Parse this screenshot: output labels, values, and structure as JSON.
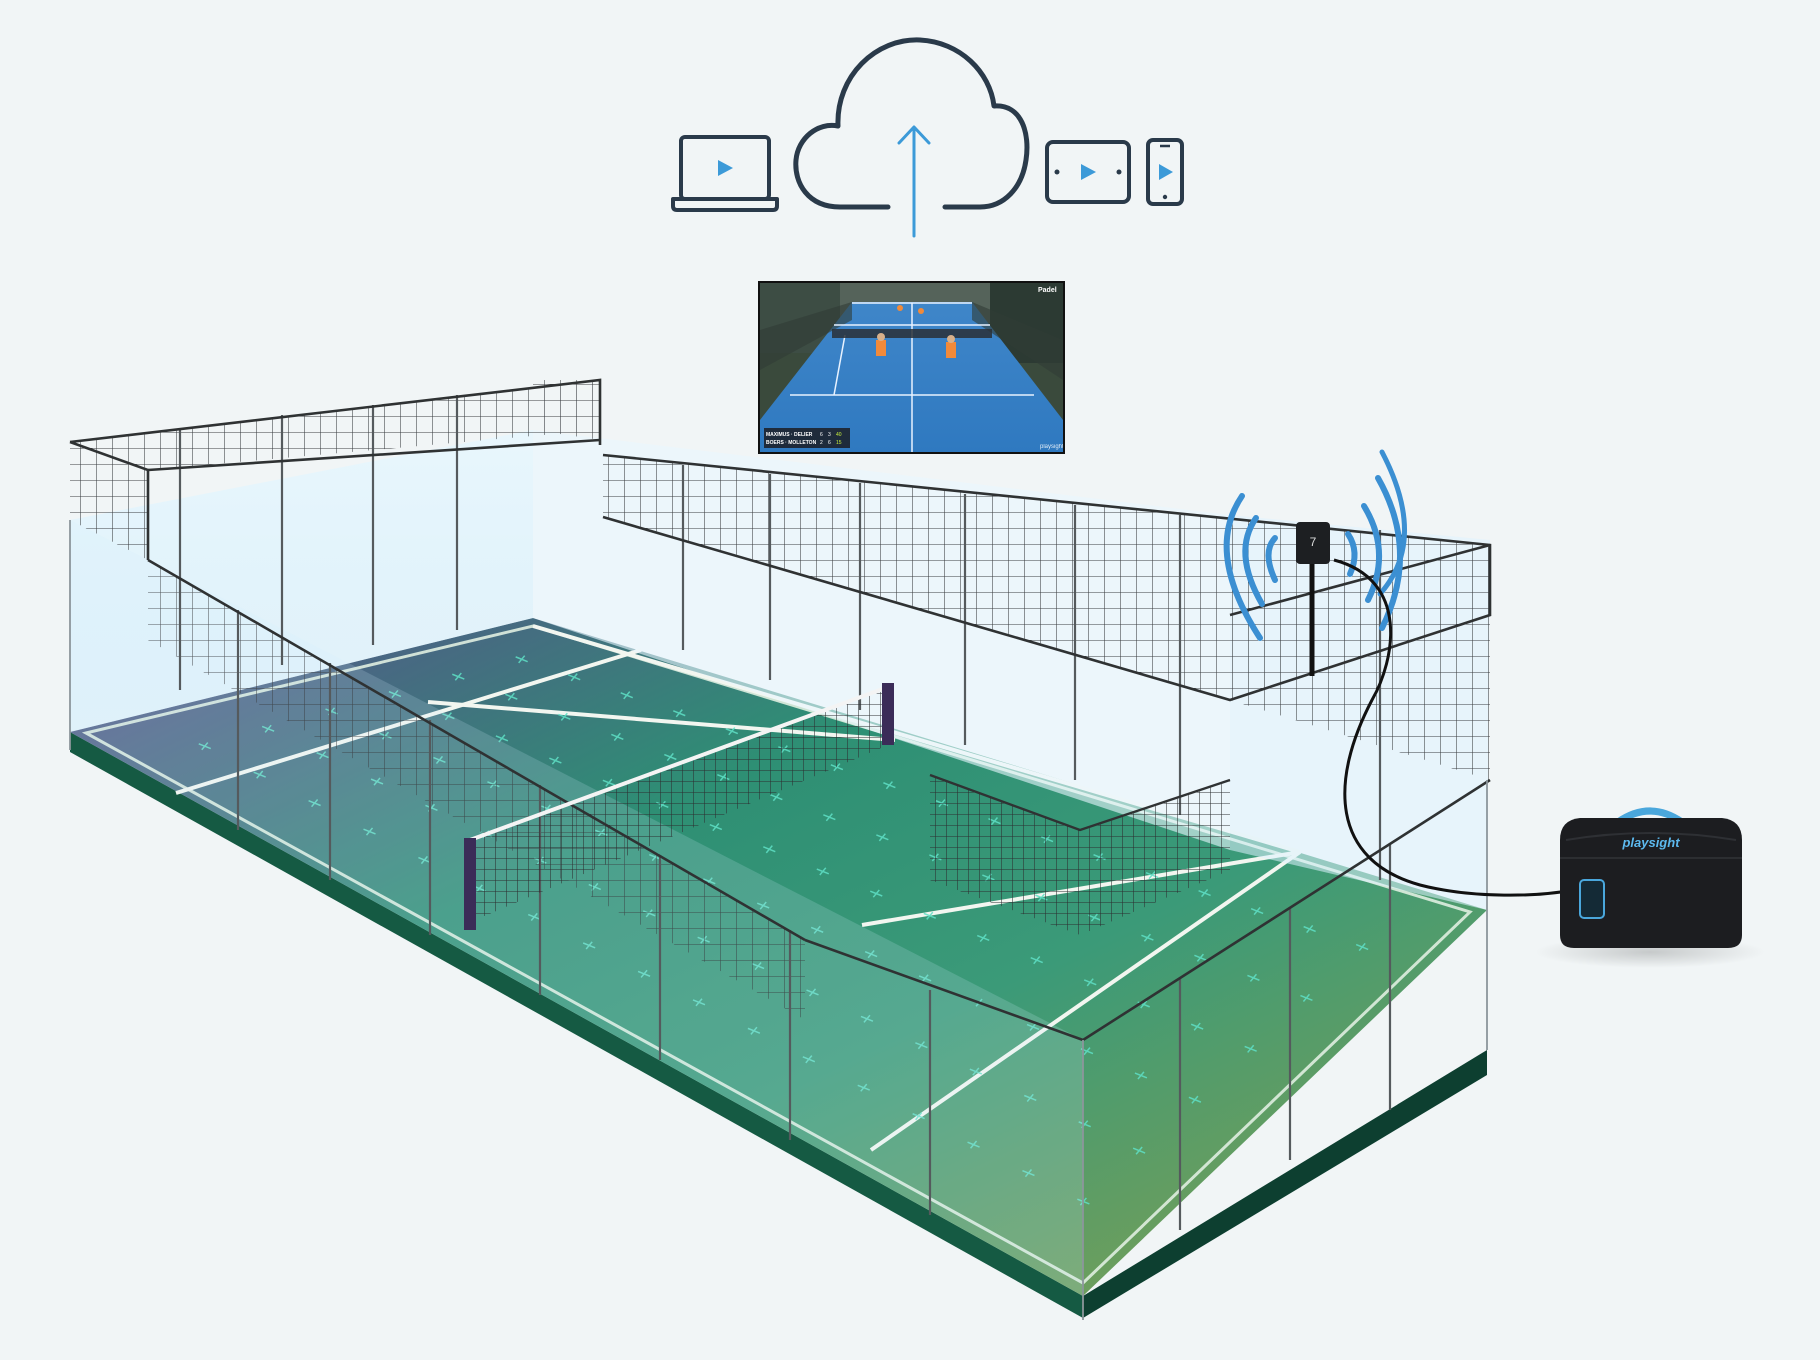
{
  "colors": {
    "background": "#f1f5f6",
    "icon_stroke": "#2a3a4a",
    "accent_blue": "#3c9ad8",
    "court_teal": "#2e9a7a",
    "court_olive": "#7e9c4e",
    "court_purple": "#6d4f8e",
    "court_base": "#0f4b38",
    "glass": "#cfefff",
    "fence_line": "#2f3233",
    "signal_blue": "#3b8fd2",
    "device_body": "#1c1d20",
    "device_handle": "#4aa7dc",
    "marker": "#5fe0c6"
  },
  "icons": {
    "laptop": "laptop-play-icon",
    "cloud": "cloud-upload-icon",
    "tablet": "tablet-play-icon",
    "phone": "phone-play-icon",
    "camera": "camera-icon",
    "signal": "wireless-signal-icon",
    "recorder": "recording-device-icon"
  },
  "video_preview": {
    "team_1": "MAXIMUS · DELIER",
    "team_2": "BOERS · MOLLETON",
    "score_1": [
      "6",
      "3",
      "40"
    ],
    "score_2": [
      "2",
      "6",
      "15"
    ],
    "watermark": "playsight",
    "tournament_logo": "Padel"
  },
  "recorder": {
    "brand": "playsight"
  },
  "camera": {
    "mark": "7"
  }
}
